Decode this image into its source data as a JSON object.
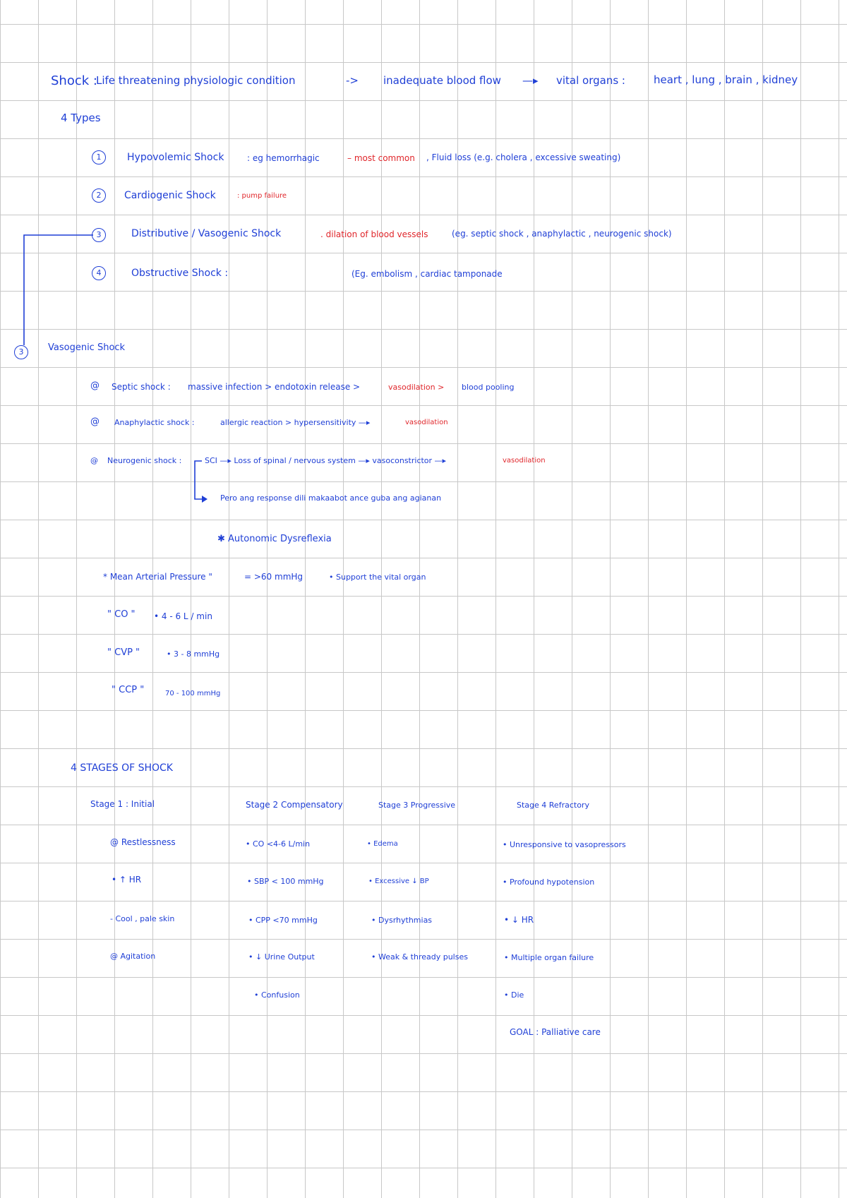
{
  "title": {
    "term": "Shock :",
    "definition": "Life threatening physiologic condition",
    "arrow1": "->",
    "cause": "inadequate blood flow",
    "arrow2": "—▸",
    "target": "vital organs :",
    "organs": "heart , lung , brain , kidney"
  },
  "types": {
    "heading": "4 Types",
    "items": [
      {
        "num": "1",
        "name": "Hypovolemic Shock",
        "desc": ": eg hemorrhagic",
        "note_red": "– most common",
        "extra": ", Fluid loss (e.g. cholera , excessive sweating)"
      },
      {
        "num": "2",
        "name": "Cardiogenic Shock",
        "note_red": ": pump failure"
      },
      {
        "num": "3",
        "name": "Distributive / Vasogenic Shock",
        "note_red": ". dilation of blood vessels",
        "extra": "(eg. septic shock , anaphylactic , neurogenic shock)"
      },
      {
        "num": "4",
        "name": "Obstructive Shock :",
        "extra": "(Eg. embolism , cardiac tamponade"
      }
    ]
  },
  "vasogenic": {
    "num": "3",
    "heading": "Vasogenic Shock",
    "septic": {
      "bullet": "@",
      "label": "Septic shock :",
      "text": "massive infection > endotoxin release >",
      "red": "vasodilation >",
      "tail": "blood pooling"
    },
    "anaphylactic": {
      "bullet": "@",
      "label": "Anaphylactic shock :",
      "text": "allergic reaction > hypersensitivity —▸",
      "red": "vasodilation"
    },
    "neurogenic": {
      "bullet": "@",
      "label": "Neurogenic shock :",
      "text": "SCI —▸ Loss of spinal / nervous system —▸ vasoconstrictor —▸",
      "red": "vasodilation"
    },
    "response": "Pero ang response dili makaabot ance guba ang agianan",
    "autonomic": "✱ Autonomic Dysreflexia"
  },
  "values": [
    {
      "label": "* Mean Arterial Pressure \"",
      "value": "= >60 mmHg",
      "note": "• Support the vital organ"
    },
    {
      "label": "\" CO \"",
      "value": "• 4 - 6 L / min"
    },
    {
      "label": "\" CVP \"",
      "value": "• 3 - 8 mmHg"
    },
    {
      "label": "\" CCP \"",
      "value": "70 - 100 mmHg"
    }
  ],
  "stages": {
    "heading": "4 STAGES OF SHOCK",
    "columns": [
      {
        "title": "Stage 1 : Initial",
        "items": [
          "@ Restlessness",
          "• ↑ HR",
          "- Cool , pale skin",
          "@ Agitation"
        ]
      },
      {
        "title": "Stage 2 Compensatory",
        "items": [
          "• CO <4-6 L/min",
          "• SBP < 100 mmHg",
          "• CPP <70 mmHg",
          "• ↓ Urine Output",
          "• Confusion"
        ]
      },
      {
        "title": "Stage 3 Progressive",
        "items": [
          "• Edema",
          "• Excessive ↓ BP",
          "• Dysrhythmias",
          "• Weak & thready pulses"
        ]
      },
      {
        "title": "Stage 4 Refractory",
        "items": [
          "• Unresponsive to vasopressors",
          "• Profound hypotension",
          "• ↓ HR",
          "• Multiple organ failure",
          "• Die"
        ],
        "goal": "GOAL : Palliative care"
      }
    ]
  }
}
